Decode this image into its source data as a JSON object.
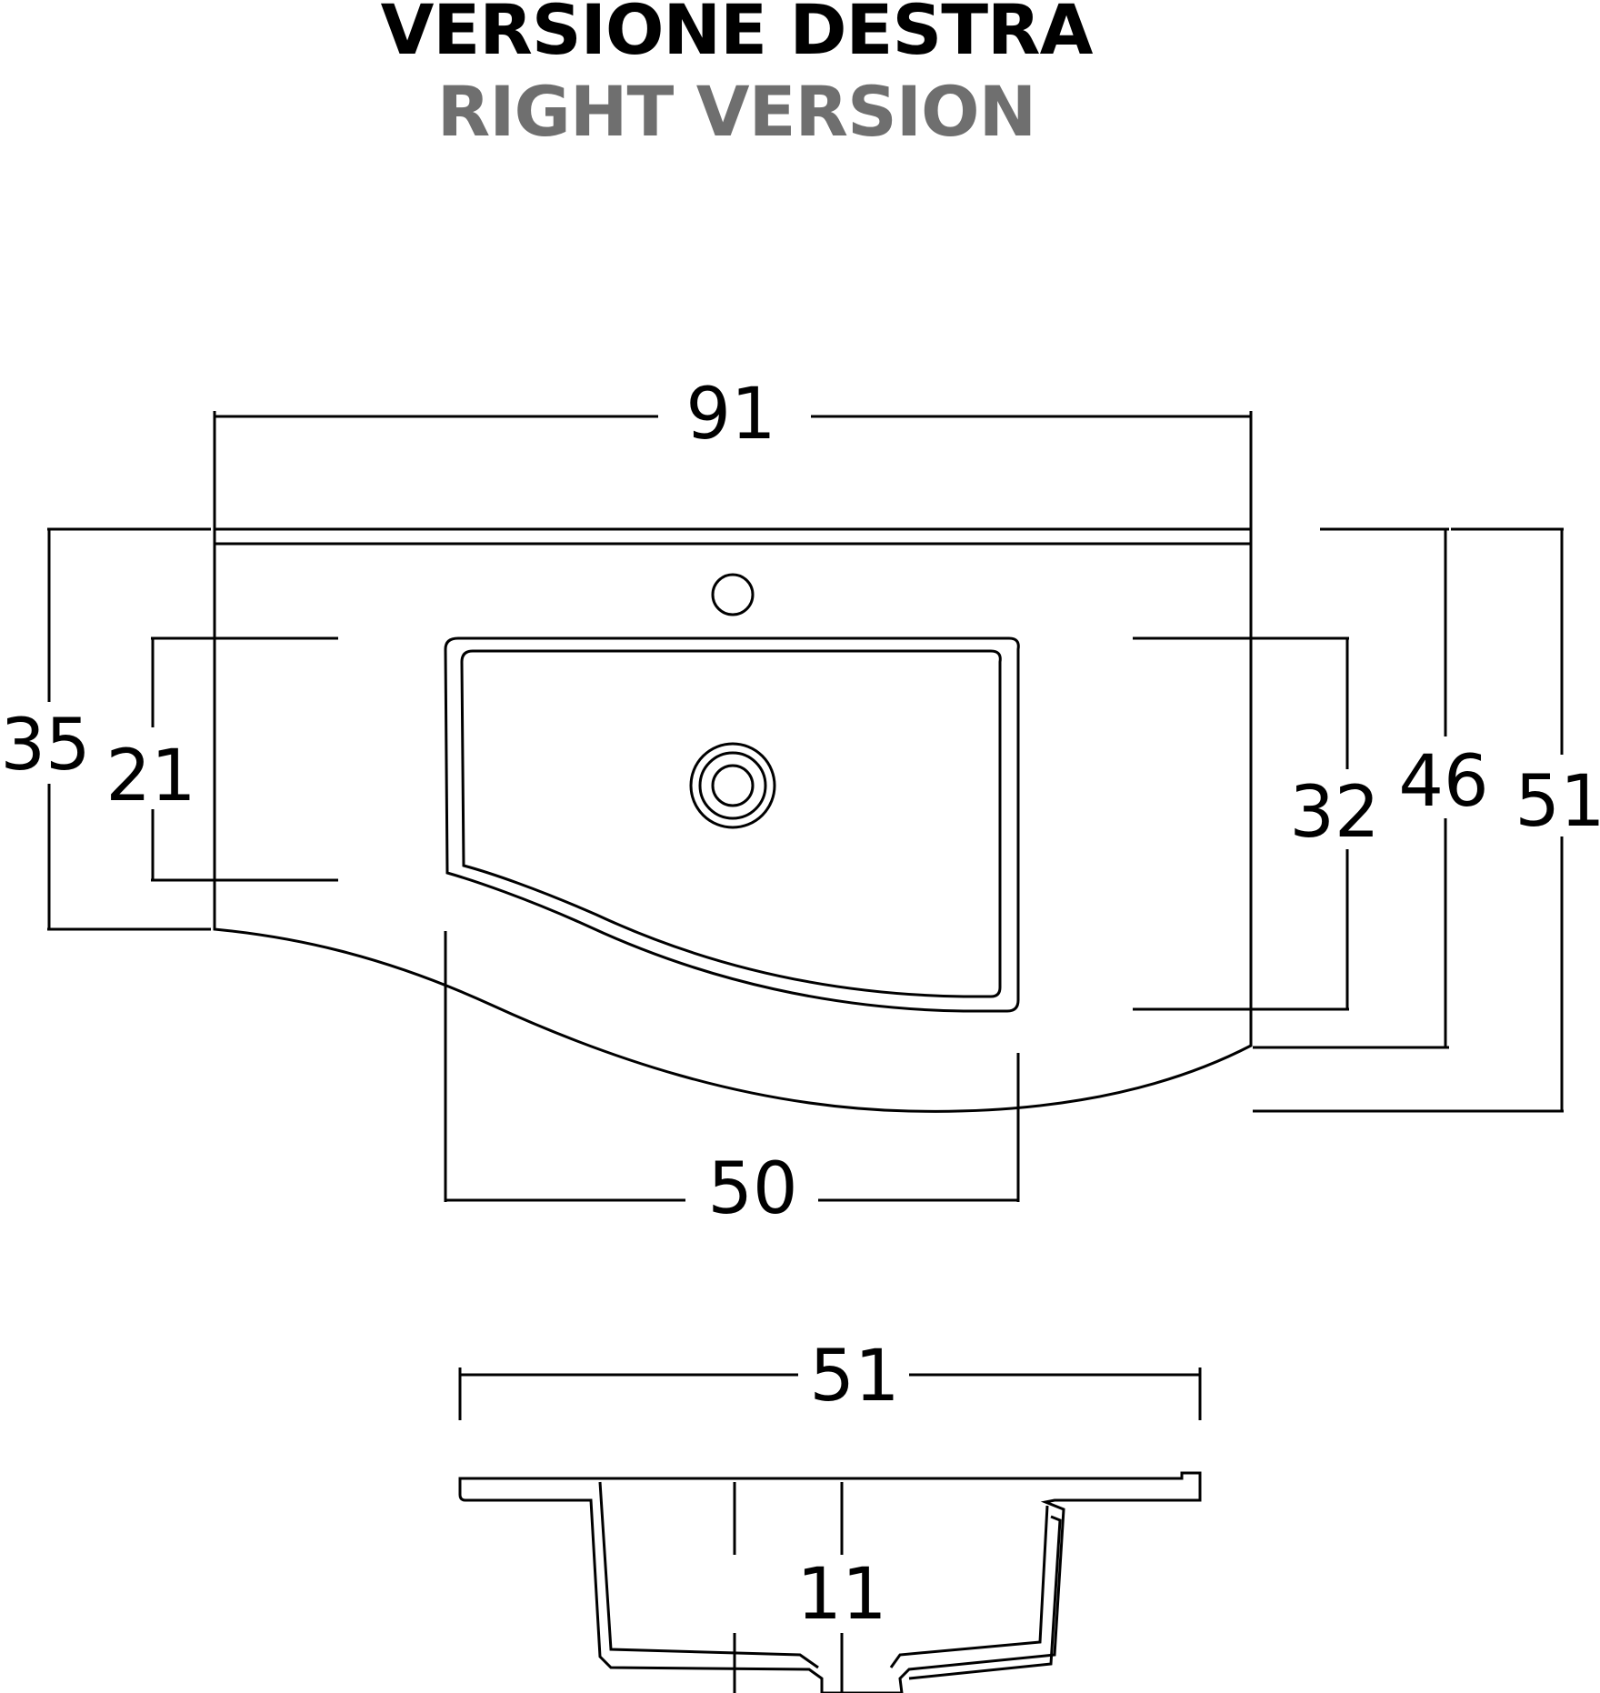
{
  "header": {
    "title_it": "VERSIONE DESTRA",
    "title_en": "RIGHT VERSION"
  },
  "top_view": {
    "overall_width": "91",
    "left_outer_depth": "35",
    "left_inner_depth": "21",
    "bowl_width": "50",
    "right_inner_depth": "32",
    "right_mid_depth": "46",
    "right_outer_depth": "51"
  },
  "side_view": {
    "overall_depth": "51",
    "bowl_height": "11"
  },
  "colors": {
    "line": "#000000",
    "subtitle": "#6f6f6f"
  }
}
